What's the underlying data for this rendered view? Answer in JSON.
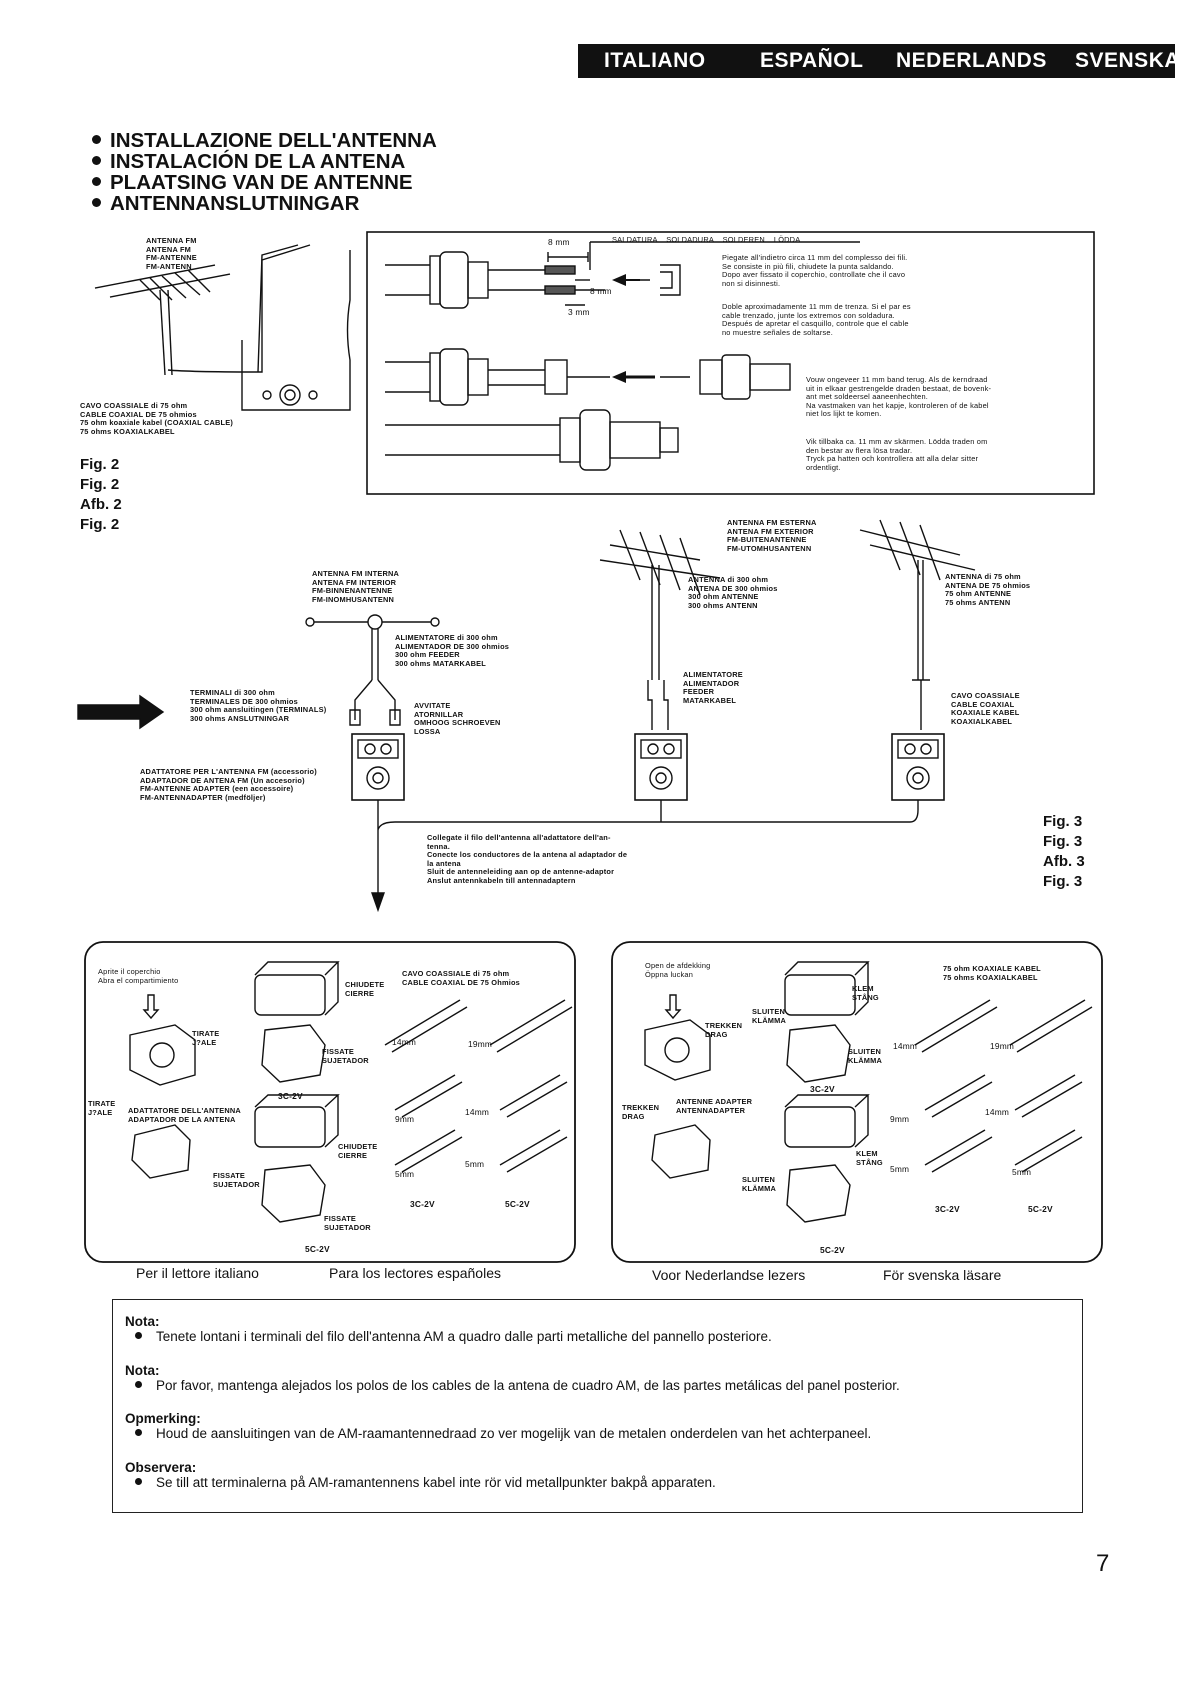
{
  "languages": [
    "ITALIANO",
    "ESPAÑOL",
    "NEDERLANDS",
    "SVENSKA"
  ],
  "titles": [
    "INSTALLAZIONE DELL'ANTENNA",
    "INSTALACIÓN DE LA ANTENA",
    "PLAATSING VAN DE ANTENNE",
    "ANTENNANSLUTNINGAR"
  ],
  "fig2": {
    "antenna_label": "ANTENNA FM\nANTENA FM\nFM-ANTENNE\nFM-ANTENN",
    "cable_label": "CAVO COASSIALE di 75 ohm\nCABLE COAXIAL DE 75 ohmios\n75 ohm koaxiale kabel (COAXIAL CABLE)\n75 ohms KOAXIALKABEL",
    "labels": [
      "Fig. 2",
      "Fig. 2",
      "Afb. 2",
      "Fig. 2"
    ],
    "dim_8mm_top": "8 mm",
    "dim_8mm": "8 mm",
    "dim_3mm": "3 mm",
    "solder_header": "SALDATURA    SOLDADURA    SOLDEREN    LÖDDA",
    "text_it": "Piegate all'indietro circa 11 mm del complesso dei fili.\nSe consiste in più fili, chiudete la punta saldando.\nDopo aver fissato il coperchio, controllate che il cavo\nnon si disinnesti.",
    "text_es": "Doble aproximadamente 11 mm de trenza. Si el par es\ncable trenzado, junte los extremos con soldadura.\nDespués de apretar el casquillo, controle que el cable\nno muestre señales de soltarse.",
    "text_nl": "Vouw ongeveer 11 mm band terug. Als de kerndraad\nuit in elkaar gestrengelde draden bestaat, de bovenk-\nant met soldeersel aaneenhechten.\nNa vastmaken van het kapje, kontroleren of de kabel\nniet los lijkt te komen.",
    "text_sv": "Vik tillbaka ca. 11 mm av skärmen. Lödda traden om\nden bestar av flera lösa tradar.\nTryck pa hatten och kontrollera att alla delar sitter\nordentligt."
  },
  "fig3": {
    "indoor_antenna": "ANTENNA FM INTERNA\nANTENA FM INTERIOR\nFM-BINNENANTENNE\nFM-INOMHUSANTENN",
    "feeder": "ALIMENTATORE di 300 ohm\nALIMENTADOR DE 300 ohmios\n300 ohm FEEDER\n300 ohms MATARKABEL",
    "terminals": "TERMINALI di 300 ohm\nTERMINALES DE 300 ohmios\n300 ohm aansluitingen (TERMINALS)\n300 ohms ANSLUTNINGAR",
    "loosen": "AVVITATE\nATORNILLAR\nOMHOOG SCHROEVEN\nLOSSA",
    "adapter": "ADATTATORE PER L'ANTENNA FM (accessorio)\nADAPTADOR DE ANTENA FM (Un accesorio)\nFM-ANTENNE ADAPTER (een accessoire)\nFM-ANTENNADAPTER (medföljer)",
    "outdoor_antenna": "ANTENNA FM ESTERNA\nANTENA FM EXTERIOR\nFM-BUITENANTENNE\nFM-UTOMHUSANTENN",
    "antenna_300": "ANTENNA di 300 ohm\nANTENA DE 300 ohmios\n300 ohm ANTENNE\n300 ohms ANTENN",
    "feeder2": "ALIMENTATORE\nALIMENTADOR\nFEEDER\nMATARKABEL",
    "antenna_75": "ANTENNA di 75 ohm\nANTENA DE 75 ohmios\n75 ohm ANTENNE\n75 ohms ANTENN",
    "coax": "CAVO COASSIALE\nCABLE COAXIAL\nKOAXIALE KABEL\nKOAXIALKABEL",
    "connect": "Collegate il filo dell'antenna all'adattatore dell'an-\ntenna.\nConecte los conductores de la antena al adaptador de\nla antena\nSluit de antenneleiding aan op de antenne-adaptor\nAnslut antennkabeln till antennadaptern",
    "labels": [
      "Fig. 3",
      "Fig. 3",
      "Afb. 3",
      "Fig. 3"
    ]
  },
  "panel_left": {
    "open_cover": "Aprite il coperchio\nAbra el compartimiento",
    "close": "CHIUDETE\nCIERRE",
    "cable": "CAVO COASSIALE di 75 ohm\nCABLE COAXIAL DE 75 Ohmios",
    "pull": "TIRATE\nJ?ALE",
    "pull2": "TIRATE\nJ?ALE",
    "fix": "FISSATE\nSUJETADOR",
    "fix2": "FISSATE\nSUJETADOR",
    "fix3": "FISSATE\nSUJETADOR",
    "close2": "CHIUDETE\nCIERRE",
    "adapter": "ADATTATORE DELL'ANTENNA\nADAPTADOR DE LA ANTENA",
    "model_3c": "3C-2V",
    "model_3c_b": "3C-2V",
    "model_5c_b": "5C-2V",
    "model_5c": "5C-2V",
    "dims": [
      "14mm",
      "9mm",
      "5mm",
      "19mm",
      "14mm",
      "5mm"
    ]
  },
  "panel_right": {
    "open_cover": "Open de afdekking\nÖppna luckan",
    "clamp": "KLEM\nSTÅNG",
    "close": "SLUITEN\nKLÄMMA",
    "pull": "TREKKEN\nDRAG",
    "cable": "75 ohm KOAXIALE KABEL\n75 ohms KOAXIALKABEL",
    "close2": "SLUITEN\nKLÄMMA",
    "pull2": "TREKKEN\nDRAG",
    "adapter": "ANTENNE ADAPTER\nANTENNADAPTER",
    "clamp2": "KLEM\nSTÅNG",
    "close3": "SLUITEN\nKLÄMMA",
    "model_3c": "3C-2V",
    "model_3c_b": "3C-2V",
    "model_5c_b": "5C-2V",
    "model_5c": "5C-2V",
    "dims": [
      "14mm",
      "9mm",
      "5mm",
      "19mm",
      "14mm",
      "5mm"
    ]
  },
  "captions": [
    "Per il lettore italiano",
    "Para los lectores españoles",
    "Voor Nederlandse lezers",
    "För svenska läsare"
  ],
  "notes": [
    {
      "title": "Nota:",
      "text": "Tenete lontani i terminali del filo dell'antenna AM a quadro dalle parti metalliche del pannello posteriore."
    },
    {
      "title": "Nota:",
      "text": "Por favor, mantenga alejados los polos de los cables de la antena de cuadro AM, de las partes metálicas del panel posterior."
    },
    {
      "title": "Opmerking:",
      "text": "Houd de aansluitingen van de AM-raamantennedraad zo ver mogelijk van de metalen onderdelen van het achterpaneel."
    },
    {
      "title": "Observera:",
      "text": "Se till att terminalerna på AM-ramantennens kabel inte rör vid metallpunkter bakpå apparaten."
    }
  ],
  "page_number": "7"
}
